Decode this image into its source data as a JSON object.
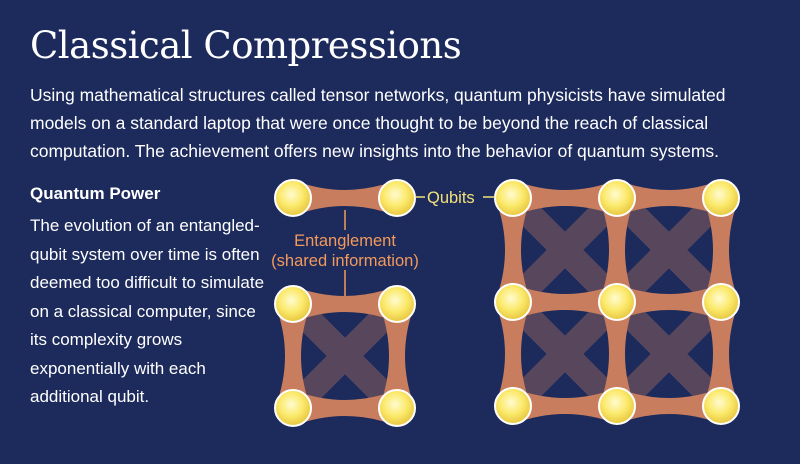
{
  "title": "Classical Compressions",
  "intro": "Using mathematical structures called tensor networks, quantum physicists have simulated models on a standard laptop that were once thought to be beyond the reach of classical computation. The achievement offers new insights into the behavior of quantum systems.",
  "sidebar": {
    "heading": "Quantum Power",
    "body": "The evolution of an entangled-qubit system over time is often deemed too difficult to simulate on a classical computer, since its complexity grows exponentially with each additional qubit."
  },
  "labels": {
    "qubits": "Qubits",
    "entanglement_line1": "Entanglement",
    "entanglement_line2": "(shared information)"
  },
  "colors": {
    "background": "#1c2a5c",
    "band": "#c87e5e",
    "qubit": "#fbe96a",
    "qubit_label": "#f4e27a",
    "entanglement_label": "#f39a5a"
  }
}
